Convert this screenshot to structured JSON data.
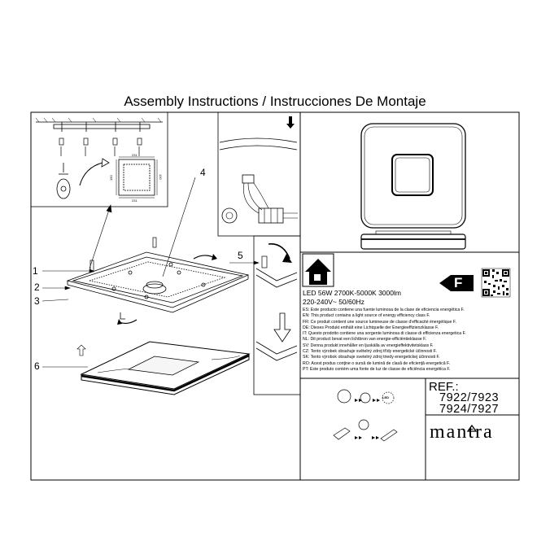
{
  "title": "Assembly Instructions / Instrucciones De Montaje",
  "callouts": [
    "1",
    "2",
    "3",
    "4",
    "5",
    "6"
  ],
  "dimensions": {
    "d1": "231",
    "d2": "150",
    "d3": "130",
    "d4": "231"
  },
  "energy_class": "F",
  "specs": {
    "line1": "LED 56W 2700K-5000K 3000lm",
    "line2": "220-240V~  50/60Hz"
  },
  "energy_notes": [
    "ES: Este producto contiene una fuente luminosa de la clase de eficiencia energética F.",
    "EN: This product contains a light source of energy efficiency class F.",
    "FR: Ce produit contient une source lumineuse de classe d'efficacité énergétique F.",
    "DE: Dieses Produkt enthält eine Lichtquelle der Energieeffizienzklasse F.",
    "IT: Questo prodotto contiene una sorgente luminosa di classe di efficienza energetica F.",
    "NL: Dit product bevat een lichtbron van energie-efficiëntieklasse F.",
    "SV: Denna produkt innehåller en ljuskälla av energieffektivitetsklass F.",
    "CZ: Tento výrobek obsahuje světelný zdroj třídy energetické účinnosti F.",
    "SK: Tento výrobok obsahuje svetelný zdroj triedy energetickej účinnosti F.",
    "RO: Acest produs conţine o sursă de lumină de clasă de eficienţă energetică F.",
    "PT: Este produto contém uma fonte de luz de classe de eficiência energética F."
  ],
  "reference": {
    "label": "REF.:",
    "line1": "7922/7923",
    "line2": "7924/7927"
  },
  "icon_labels": {
    "led": "LED"
  },
  "brand": "mantra"
}
